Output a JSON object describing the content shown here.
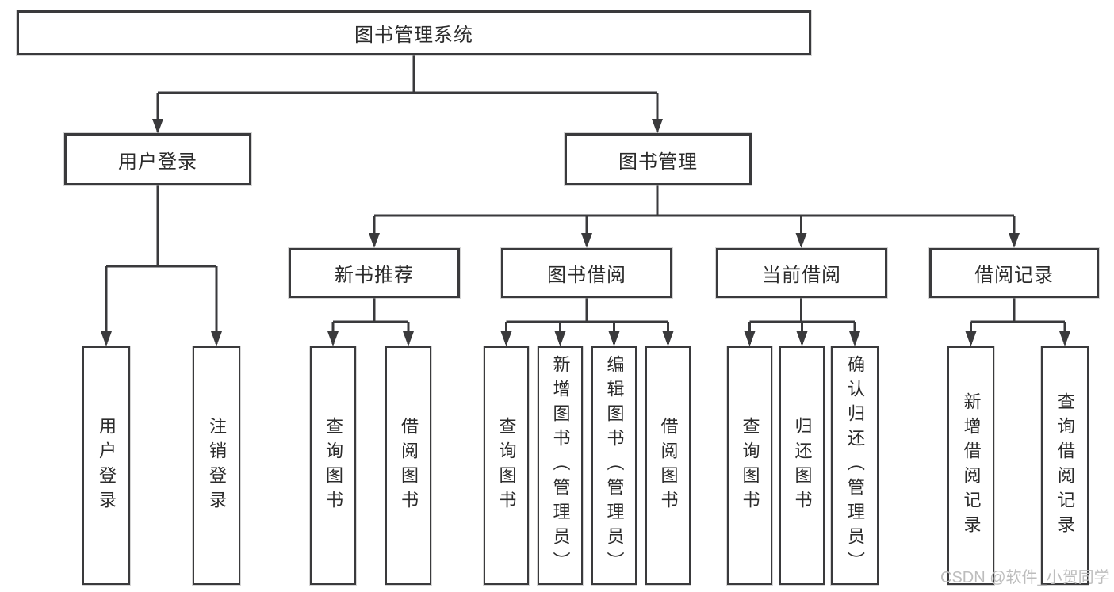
{
  "diagram": {
    "title": "图书管理系统",
    "level1": {
      "user_login": "用户登录",
      "book_management": "图书管理"
    },
    "user_login_children": [
      "用户登录",
      "注销登录"
    ],
    "book_management_children": [
      "新书推荐",
      "图书借阅",
      "当前借阅",
      "借阅记录"
    ],
    "new_book_recommend_children": [
      "查询图书",
      "借阅图书"
    ],
    "book_borrow_children": [
      "查询图书",
      "新增图书（管理员）",
      "编辑图书（管理员）",
      "借阅图书"
    ],
    "current_borrow_children": [
      "查询图书",
      "归还图书",
      "确认归还（管理员）"
    ],
    "borrow_record_children": [
      "新增借阅记录",
      "查询借阅记录"
    ]
  },
  "watermark": "CSDN @软件_小贺同学",
  "colors": {
    "line": "#3a3a3c",
    "text": "#2b2b2b",
    "watermark": "#bdbdbd",
    "background": "#ffffff"
  }
}
